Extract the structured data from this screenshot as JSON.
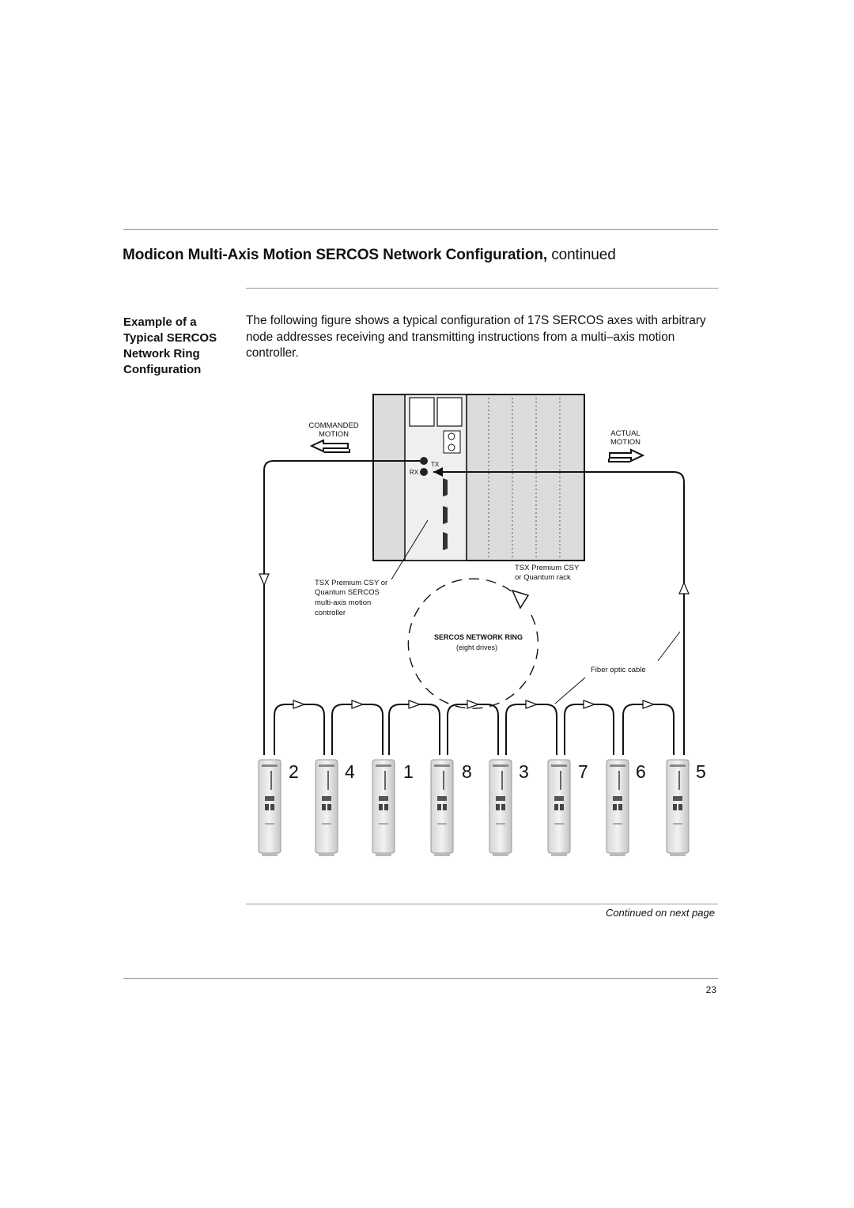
{
  "header": {
    "title_bold": "Modicon Multi-Axis Motion SERCOS Network Configuration,",
    "title_normal": " continued"
  },
  "section": {
    "side_heading": [
      "Example of a",
      "Typical SERCOS",
      "Network Ring",
      "Configuration"
    ],
    "intro": "The following figure shows a typical configuration of 17S SERCOS axes with arbitrary node addresses receiving and transmitting instructions from a multi–axis motion controller."
  },
  "figure": {
    "commanded_motion": [
      "COMMANDED",
      "MOTION"
    ],
    "actual_motion": [
      "ACTUAL",
      "MOTION"
    ],
    "tx_label": "TX",
    "rx_label": "RX",
    "controller_label": [
      "TSX Premium CSY or",
      "Quantum SERCOS",
      "multi-axis motion",
      "controller"
    ],
    "rack_label": [
      "TSX Premium CSY",
      "or Quantum rack"
    ],
    "ring_title": "SERCOS NETWORK RING",
    "ring_subtitle": "(eight drives)",
    "cable_label": "Fiber optic cable",
    "drive_numbers": [
      "2",
      "4",
      "1",
      "8",
      "3",
      "7",
      "6",
      "5"
    ]
  },
  "footer": {
    "continued": "Continued on next page",
    "page_number": "23"
  }
}
